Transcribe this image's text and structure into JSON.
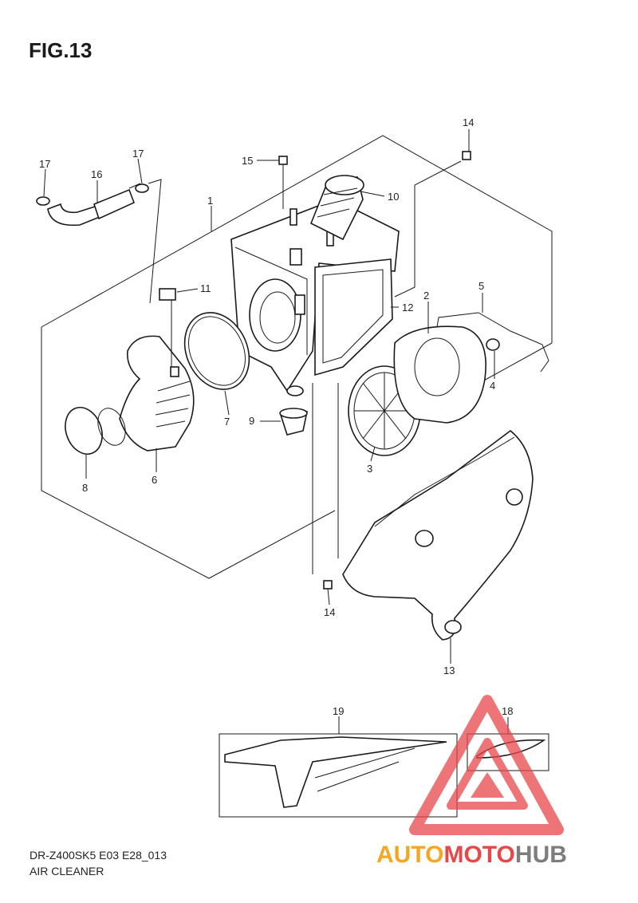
{
  "figure_title": "FIG.13",
  "model_code": "DR-Z400SK5 E03 E28_013",
  "section_name": "AIR CLEANER",
  "callouts": {
    "p1": "1",
    "p2": "2",
    "p3": "3",
    "p4": "4",
    "p5": "5",
    "p6": "6",
    "p7": "7",
    "p8": "8",
    "p9": "9",
    "p10": "10",
    "p11": "11",
    "p12": "12",
    "p13": "13",
    "p14a": "14",
    "p14b": "14",
    "p15": "15",
    "p16": "16",
    "p17a": "17",
    "p17b": "17",
    "p18": "18",
    "p19": "19"
  },
  "watermark": {
    "part1": "AUTO",
    "part2": "MOTO",
    "part3": "HUB",
    "color_orange": "#f5a623",
    "color_red": "#e8474a",
    "color_gray": "#7d7d7d"
  }
}
